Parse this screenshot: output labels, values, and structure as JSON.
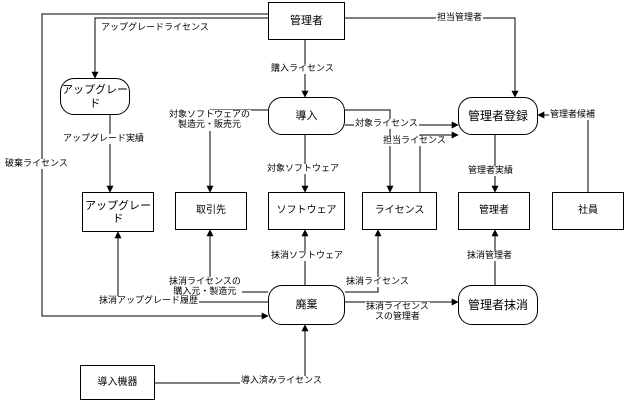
{
  "nodes": {
    "admin": "管理者",
    "upgrade_proc": "アップグレード",
    "introduce": "導入",
    "admin_register": "管理者登録",
    "upgrade_store": "アップグレード",
    "partner": "取引先",
    "software": "ソフトウェア",
    "license": "ライセンス",
    "admin_store": "管理者",
    "employee": "社員",
    "dispose": "廃棄",
    "admin_delete": "管理者抹消",
    "installed_device": "導入機器"
  },
  "flows": {
    "upgrade_license": "アップグレードライセンス",
    "admin_in_charge_top": "担当管理者",
    "purchase_license": "購入ライセンス",
    "upgrade_record": "アップグレード実績",
    "target_sw_maker": "対象ソフトウェアの\n製造元・販売元",
    "target_license": "対象ライセンス",
    "admin_in_charge_mid": "担当ライセンス",
    "admin_candidate": "管理者候補",
    "discard_license": "破棄ライセンス",
    "target_software": "対象ソフトウェア",
    "admin_record": "管理者実績",
    "erased_license_maker": "抹消ライセンスの\n購入元・製造元",
    "erased_software": "抹消ソフトウェア",
    "erased_license": "抹消ライセンス",
    "erased_admin": "抹消管理者",
    "erased_upgrade_history": "抹消アップグレード履歴",
    "erased_license_admin": "抹消ライセンス\nスの管理者",
    "installed_license": "導入済みライセンス"
  }
}
